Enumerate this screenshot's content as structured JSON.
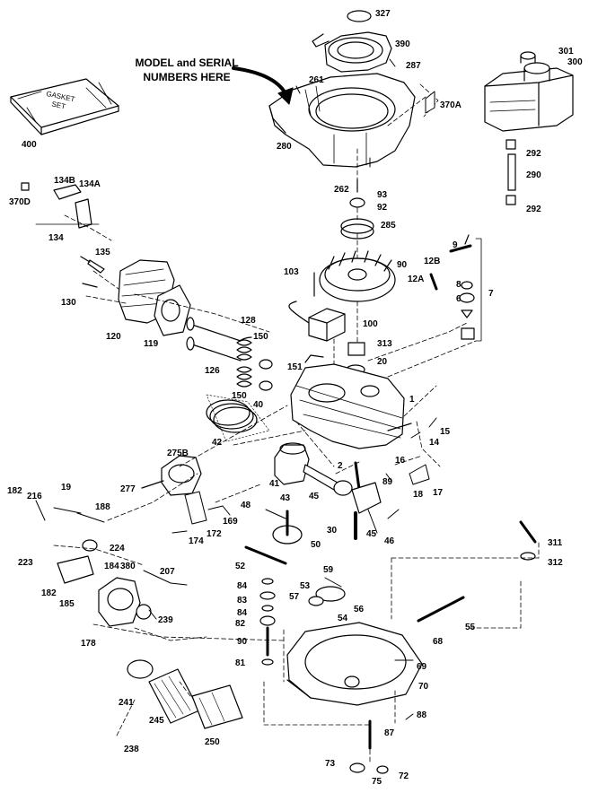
{
  "diagram": {
    "model_note": [
      "MODEL and SERIAL",
      "NUMBERS HERE"
    ],
    "gasket_label": [
      "GASKET",
      "SET"
    ],
    "part_numbers": {
      "p327": "327",
      "p390": "390",
      "p287": "287",
      "p261": "261",
      "p370A": "370A",
      "p280": "280",
      "p262": "262",
      "p93": "93",
      "p92": "92",
      "p285": "285",
      "p301": "301",
      "p300": "300",
      "p292a": "292",
      "p290": "290",
      "p292b": "292",
      "p400": "400",
      "p370D": "370D",
      "p134B": "134B",
      "p134A": "134A",
      "p134": "134",
      "p135": "135",
      "p130": "130",
      "p120": "120",
      "p119": "119",
      "p9": "9",
      "p12B": "12B",
      "p8": "8",
      "p12A": "12A",
      "p6": "6",
      "p7": "7",
      "p103": "103",
      "p90": "90",
      "p100": "100",
      "p313": "313",
      "p20": "20",
      "p128": "128",
      "p126": "126",
      "p150a": "150",
      "p151": "151",
      "p150b": "150",
      "p40": "40",
      "p1": "1",
      "p42": "42",
      "p15": "15",
      "p14": "14",
      "p2": "2",
      "p16": "16",
      "p89": "89",
      "p18": "18",
      "p17": "17",
      "p275B": "275B",
      "p41": "41",
      "p43": "43",
      "p45a": "45",
      "p277": "277",
      "p182a": "182",
      "p216": "216",
      "p19": "19",
      "p188": "188",
      "p169": "169",
      "p48": "48",
      "p30": "30",
      "p45b": "45",
      "p46": "46",
      "p172": "172",
      "p174": "174",
      "p224": "224",
      "p50": "50",
      "p311": "311",
      "p312": "312",
      "p223": "223",
      "p184": "184",
      "p380": "380",
      "p207": "207",
      "p52": "52",
      "p59": "59",
      "p182b": "182",
      "p185": "185",
      "p84a": "84",
      "p53": "53",
      "p83": "83",
      "p57": "57",
      "p84b": "84",
      "p56": "56",
      "p54": "54",
      "p239": "239",
      "p82": "82",
      "p178": "178",
      "p55": "55",
      "p90b": "90",
      "p68": "68",
      "p69": "69",
      "p81": "81",
      "p241": "241",
      "p70": "70",
      "p245": "245",
      "p88": "88",
      "p250": "250",
      "p87": "87",
      "p238": "238",
      "p73": "73",
      "p72": "72",
      "p75": "75"
    }
  }
}
